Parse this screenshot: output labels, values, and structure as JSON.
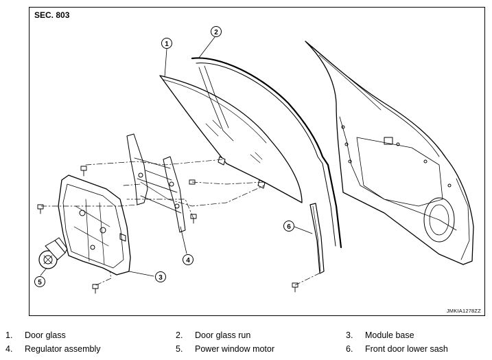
{
  "section_label": "SEC. 803",
  "figure_code": "JMKIA1278ZZ",
  "callouts": [
    "1",
    "2",
    "3",
    "4",
    "5",
    "6"
  ],
  "legend": [
    {
      "num": "1.",
      "text": "Door glass"
    },
    {
      "num": "2.",
      "text": "Door glass run"
    },
    {
      "num": "3.",
      "text": "Module base"
    },
    {
      "num": "4.",
      "text": "Regulator assembly"
    },
    {
      "num": "5.",
      "text": "Power window motor"
    },
    {
      "num": "6.",
      "text": "Front door lower sash"
    }
  ]
}
